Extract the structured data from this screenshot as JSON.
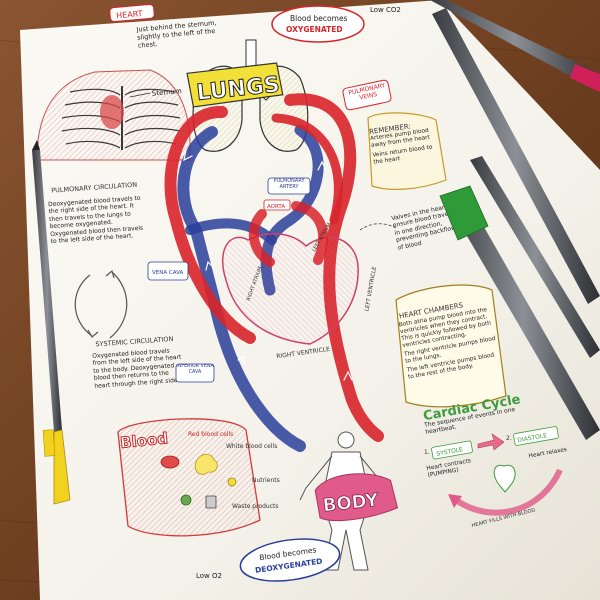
{
  "photo": {
    "colors": {
      "table": "#7a4a2a",
      "paper": "#f7f5ef",
      "artery_red": "#d8232a",
      "vein_blue": "#2a3f9a",
      "lungs_yellow": "#f2df38",
      "heart_pink": "#e86a8a",
      "blood_box_red": "#d23a3a",
      "body_pink": "#e05a8a",
      "cardiac_green": "#3d9b3d"
    },
    "texts": {
      "heart_tag": "HEART",
      "heart_note": "Just behind the sternum, slightly to the left of the chest.",
      "sternum": "Sternum",
      "blood_oxygenated_bubble_line1": "Blood becomes",
      "blood_oxygenated_bubble_line2": "OXYGENATED",
      "low_co2": "Low CO2",
      "lungs_title": "LUNGS",
      "pulmonary_veins": "PULMONARY VEINS",
      "remember_title": "REMEMBER:",
      "remember_arteries": "Arteries pump blood away from the heart",
      "remember_veins": "Veins return blood to the heart",
      "pulmonary_circulation_title": "PULMONARY CIRCULATION",
      "pulmonary_circulation_text": "Deoxygenated blood travels to the right side of the heart. It then travels to the lungs to become oxygenated. Oxygenated blood then travels to the left side of the heart.",
      "pulmonary_artery": "PULMONARY ARTERY",
      "aorta": "AORTA",
      "vena_cava": "VENA CAVA",
      "left_atrium": "LEFT ATRIUM",
      "left_ventricle": "LEFT VENTRICLE",
      "right_atrium": "RIGHT ATRIUM",
      "right_ventricle": "RIGHT VENTRICLE",
      "valves_note": "Valves in the heart ensure blood travels in one direction, preventing backflow of blood",
      "systemic_circulation_title": "SYSTEMIC CIRCULATION",
      "systemic_circulation_text": "Oxygenated blood travels from the left side of the heart to the body. Deoxygenated blood then returns to the heart through the right side.",
      "inferior_vena_cava": "INFERIOR VENA CAVA",
      "heart_chambers_title": "HEART CHAMBERS",
      "heart_chambers_b1": "Both atria pump blood into the ventricles when they contract. This is quickly followed by both ventricles contracting.",
      "heart_chambers_b2": "The right ventricle pumps blood to the lungs.",
      "heart_chambers_b3": "The left ventricle pumps blood to the rest of the body.",
      "cardiac_cycle_title": "Cardiac Cycle",
      "cardiac_cycle_subtitle": "The sequence of events in one heartbeat.",
      "systole": "SYSTOLE",
      "diastole": "DIASTOLE",
      "systole_desc": "Heart contracts (PUMPING)",
      "diastole_desc": "Heart relaxes",
      "heart_fills": "HEART FILLS WITH BLOOD",
      "blood_title": "Blood",
      "red_blood_cells": "Red blood cells",
      "white_blood_cells": "White blood cells",
      "nutrients": "Nutrients",
      "waste_products": "Waste products",
      "body_title": "BODY",
      "low_o2": "Low O2",
      "blood_deoxygenated_line1": "Blood becomes",
      "blood_deoxygenated_line2": "DEOXYGENATED",
      "num1": "1.",
      "num2": "2."
    }
  }
}
